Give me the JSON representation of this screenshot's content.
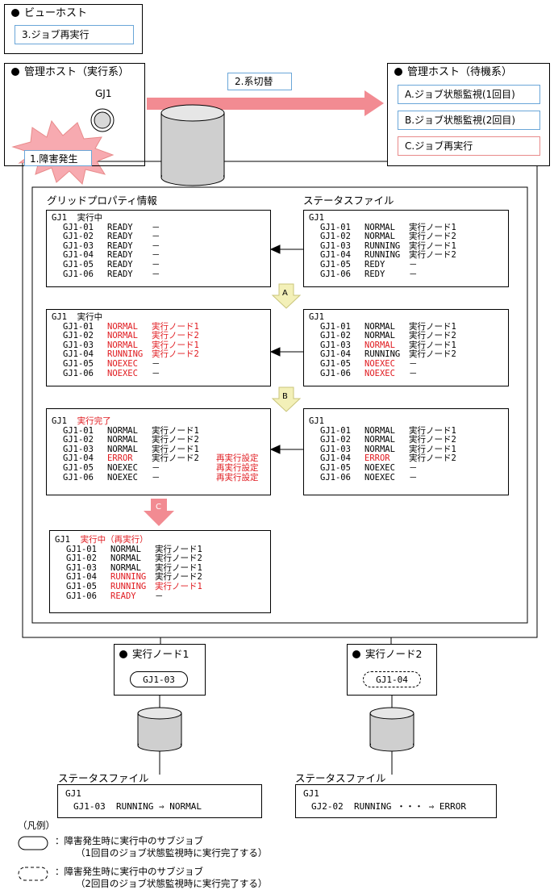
{
  "view_host": {
    "title": "ビューホスト",
    "item": "3.ジョブ再実行"
  },
  "exec_host": {
    "title": "管理ホスト（実行系）",
    "job": "GJ1"
  },
  "standby_host": {
    "title": "管理ホスト（待機系）",
    "items": [
      "A.ジョブ状態監視(1回目)",
      "B.ジョブ状態監視(2回目)",
      "C.ジョブ再実行"
    ]
  },
  "switch_label": "2.系切替",
  "fault_label": "1.障害発生",
  "grid_title": "グリッドプロパティ情報",
  "status_title": "ステータスファイル",
  "step_labels": {
    "a": "A",
    "b": "B",
    "c": "C"
  },
  "grid_panels": [
    {
      "title": "GJ1  実行中",
      "rows": [
        [
          "GJ1-01",
          "READY",
          "－",
          ""
        ],
        [
          "GJ1-02",
          "READY",
          "－",
          ""
        ],
        [
          "GJ1-03",
          "READY",
          "－",
          ""
        ],
        [
          "GJ1-04",
          "READY",
          "－",
          ""
        ],
        [
          "GJ1-05",
          "READY",
          "－",
          ""
        ],
        [
          "GJ1-06",
          "READY",
          "－",
          ""
        ]
      ]
    },
    {
      "title": "GJ1  実行中",
      "rows": [
        [
          "GJ1-01",
          "NORMAL",
          "実行ノード1",
          ""
        ],
        [
          "GJ1-02",
          "NORMAL",
          "実行ノード2",
          ""
        ],
        [
          "GJ1-03",
          "NORMAL",
          "実行ノード1",
          ""
        ],
        [
          "GJ1-04",
          "RUNNING",
          "実行ノード2",
          ""
        ],
        [
          "GJ1-05",
          "NOEXEC",
          "－",
          ""
        ],
        [
          "GJ1-06",
          "NOEXEC",
          "－",
          ""
        ]
      ]
    },
    {
      "title_prefix": "GJ1",
      "title_suffix": "実行完了",
      "rows": [
        [
          "GJ1-01",
          "NORMAL",
          "実行ノード1",
          ""
        ],
        [
          "GJ1-02",
          "NORMAL",
          "実行ノード2",
          ""
        ],
        [
          "GJ1-03",
          "NORMAL",
          "実行ノード1",
          ""
        ],
        [
          "GJ1-04",
          "ERROR",
          "実行ノード2",
          "再実行設定"
        ],
        [
          "GJ1-05",
          "NOEXEC",
          "－",
          "再実行設定"
        ],
        [
          "GJ1-06",
          "NOEXEC",
          "－",
          "再実行設定"
        ]
      ]
    },
    {
      "title_prefix": "GJ1",
      "title_suffix": "実行中（再実行）",
      "rows": [
        [
          "GJ1-01",
          "NORMAL",
          "実行ノード1",
          ""
        ],
        [
          "GJ1-02",
          "NORMAL",
          "実行ノード2",
          ""
        ],
        [
          "GJ1-03",
          "NORMAL",
          "実行ノード1",
          ""
        ],
        [
          "GJ1-04",
          "RUNNING",
          "実行ノード2",
          ""
        ],
        [
          "GJ1-05",
          "RUNNING",
          "実行ノード1",
          ""
        ],
        [
          "GJ1-06",
          "READY",
          "－",
          ""
        ]
      ]
    }
  ],
  "status_panels": [
    {
      "title": "GJ1",
      "rows": [
        [
          "GJ1-01",
          "NORMAL",
          "実行ノード1"
        ],
        [
          "GJ1-02",
          "NORMAL",
          "実行ノード2"
        ],
        [
          "GJ1-03",
          "RUNNING",
          "実行ノード1"
        ],
        [
          "GJ1-04",
          "RUNNING",
          "実行ノード2"
        ],
        [
          "GJ1-05",
          "REDY",
          "－"
        ],
        [
          "GJ1-06",
          "REDY",
          "－"
        ]
      ]
    },
    {
      "title": "GJ1",
      "rows": [
        [
          "GJ1-01",
          "NORMAL",
          "実行ノード1"
        ],
        [
          "GJ1-02",
          "NORMAL",
          "実行ノード2"
        ],
        [
          "GJ1-03",
          "NORMAL",
          "実行ノード1"
        ],
        [
          "GJ1-04",
          "RUNNING",
          "実行ノード2"
        ],
        [
          "GJ1-05",
          "NOEXEC",
          "－"
        ],
        [
          "GJ1-06",
          "NOEXEC",
          "－"
        ]
      ]
    },
    {
      "title": "GJ1",
      "rows": [
        [
          "GJ1-01",
          "NORMAL",
          "実行ノード1"
        ],
        [
          "GJ1-02",
          "NORMAL",
          "実行ノード2"
        ],
        [
          "GJ1-03",
          "NORMAL",
          "実行ノード1"
        ],
        [
          "GJ1-04",
          "ERROR",
          "実行ノード2"
        ],
        [
          "GJ1-05",
          "NOEXEC",
          "－"
        ],
        [
          "GJ1-06",
          "NOEXEC",
          "－"
        ]
      ]
    }
  ],
  "node1": {
    "title": "実行ノード1",
    "job": "GJ1-03"
  },
  "node2": {
    "title": "実行ノード2",
    "job": "GJ1-04"
  },
  "node1_status": {
    "title": "ステータスファイル",
    "line1": "GJ1",
    "line2": "GJ1-03  RUNNING ⇒ NORMAL"
  },
  "node2_status": {
    "title": "ステータスファイル",
    "line1": "GJ1",
    "line2": "GJ2-02  RUNNING ・・・ ⇒ ERROR"
  },
  "legend": {
    "title": "（凡例）",
    "solid_1": "：障害発生時に実行中のサブジョブ",
    "solid_2": "（1回目のジョブ状態監視時に実行完了する）",
    "dashed_1": "：障害発生時に実行中のサブジョブ",
    "dashed_2": "（2回目のジョブ状態監視時に実行完了する）"
  },
  "colors": {
    "red": "#e0191e",
    "blue_border": "#6aa6d8",
    "pink_arrow": "#f28b92",
    "yellow_arrow": "#f3f0b8"
  }
}
